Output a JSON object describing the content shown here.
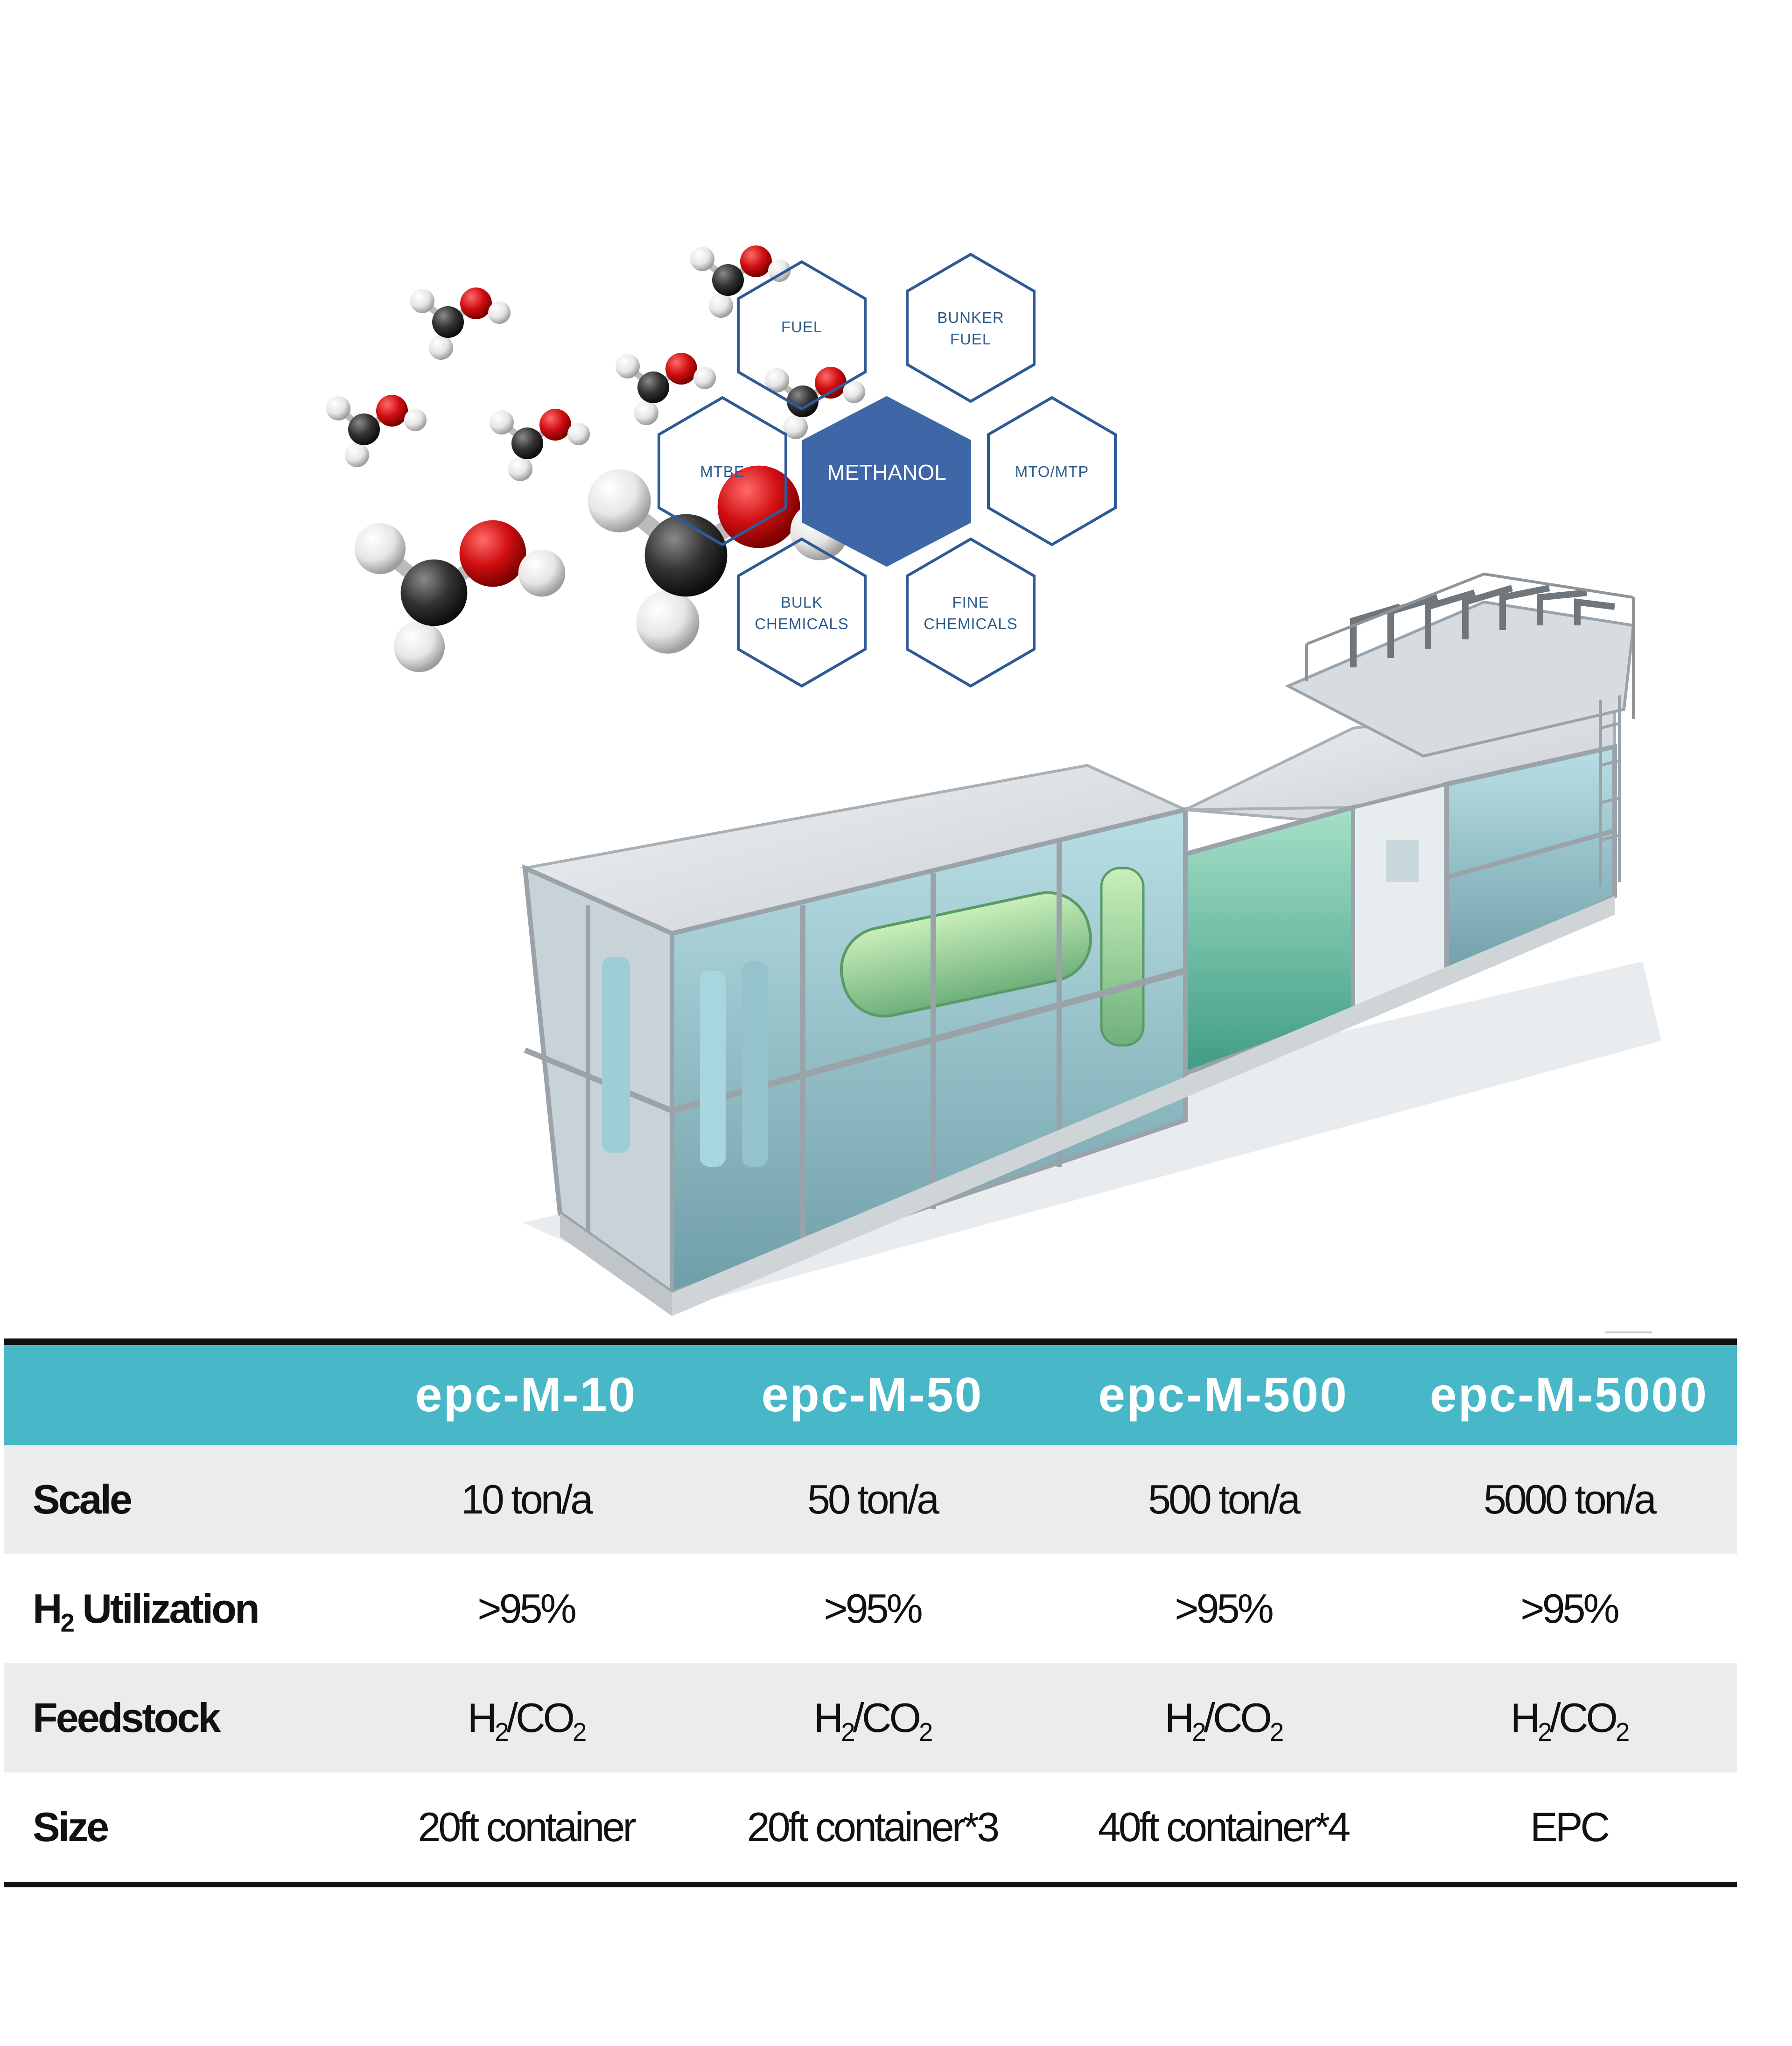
{
  "hexagons": {
    "center": "METHANOL",
    "fuel": "FUEL",
    "bunker_fuel": [
      "BUNKER",
      "FUEL"
    ],
    "mtbe": "MTBE",
    "mto_mtp": "MTO/MTP",
    "bulk_chemicals": [
      "BULK",
      "CHEMICALS"
    ],
    "fine_chemicals": [
      "FINE",
      "CHEMICALS"
    ]
  },
  "colors": {
    "header_bg": "#48b7c8",
    "hex_stroke": "#2e5a96",
    "hex_fill_center": "#3f67a8",
    "oxygen": "#d10f12",
    "carbon": "#2f2f2f",
    "hydrogen": "#f2f2f2"
  },
  "table": {
    "headers": [
      "",
      "epc-M-10",
      "epc-M-50",
      "epc-M-500",
      "epc-M-5000"
    ],
    "rows": [
      {
        "label": "Scale",
        "values": [
          "10 ton/a",
          "50 ton/a",
          "500 ton/a",
          "5000 ton/a"
        ]
      },
      {
        "label_main": "H",
        "label_sub": "2",
        "label_rest": " Utilization",
        "values": [
          ">95%",
          ">95%",
          ">95%",
          ">95%"
        ]
      },
      {
        "label": "Feedstock",
        "formula": {
          "a": "H",
          "a_sub": "2",
          "sep": "/CO",
          "b_sub": "2"
        },
        "count": 4
      },
      {
        "label": "Size",
        "values": [
          "20ft container",
          "20ft container*3",
          "40ft container*4",
          "EPC"
        ]
      }
    ]
  }
}
